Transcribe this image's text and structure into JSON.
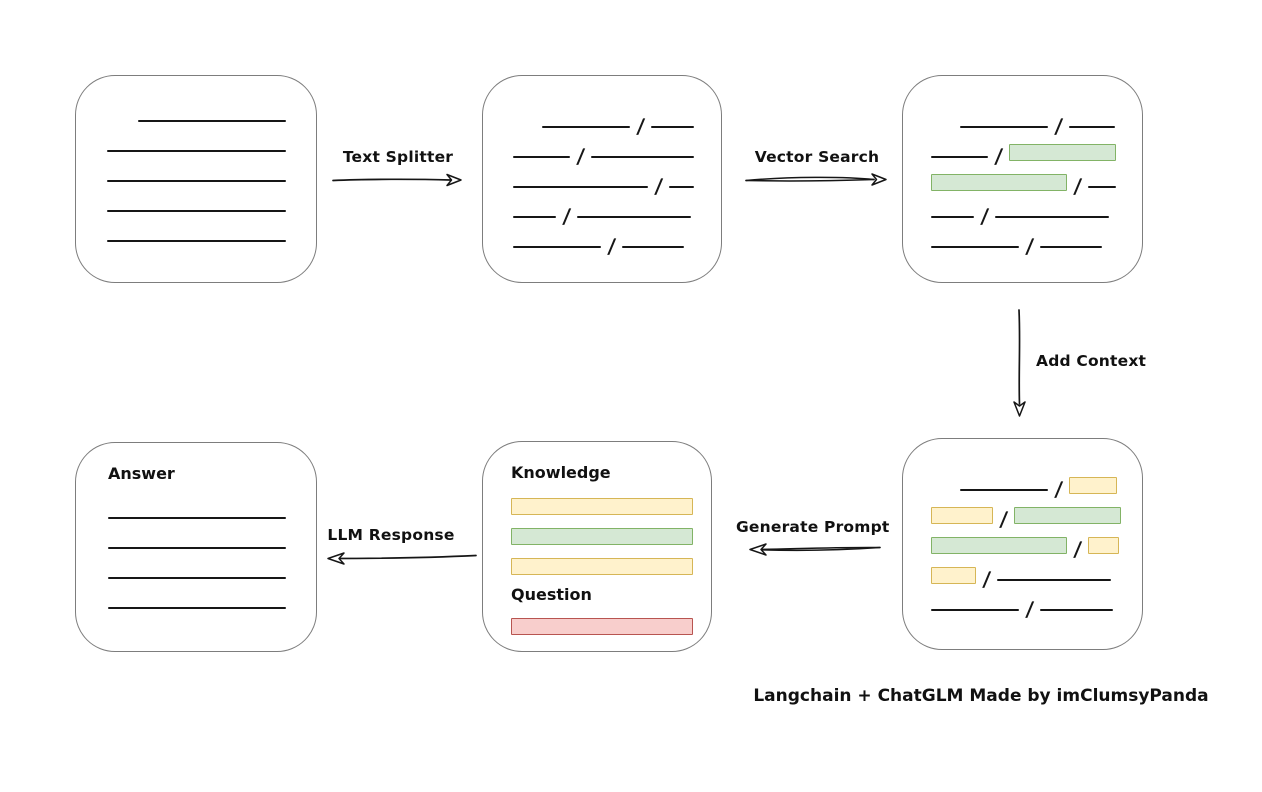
{
  "caption": "Langchain + ChatGLM Made by imClumsyPanda",
  "labels": {
    "text_splitter": "Text Splitter",
    "vector_search": "Vector Search",
    "add_context": "Add Context",
    "generate_prompt": "Generate Prompt",
    "llm_response": "LLM Response"
  },
  "prompt_box": {
    "knowledge_label": "Knowledge",
    "question_label": "Question"
  },
  "answer_box": {
    "title": "Answer"
  },
  "glyphs": {
    "slash": "/"
  },
  "colors": {
    "background": "#ffffff",
    "box_border": "#7d7d7d",
    "line": "#161616",
    "text": "#111111",
    "green_fill": "#d5e8d4",
    "green_border": "#82b366",
    "yellow_fill": "#fff2cc",
    "yellow_border": "#d6b656",
    "red_fill": "#f8cecc",
    "red_border": "#b85450"
  },
  "rows": {
    "document": [
      {
        "indent": 31,
        "segs": [
          {
            "t": "line",
            "w": 148
          }
        ]
      },
      {
        "segs": [
          {
            "t": "line",
            "w": 179
          }
        ]
      },
      {
        "segs": [
          {
            "t": "line",
            "w": 179
          }
        ]
      },
      {
        "segs": [
          {
            "t": "line",
            "w": 179
          }
        ]
      },
      {
        "segs": [
          {
            "t": "line",
            "w": 179
          }
        ]
      }
    ],
    "split": [
      {
        "indent": 29,
        "segs": [
          {
            "t": "line",
            "w": 88
          },
          {
            "t": "slash"
          },
          {
            "t": "line",
            "w": 43
          }
        ]
      },
      {
        "segs": [
          {
            "t": "line",
            "w": 57
          },
          {
            "t": "slash"
          },
          {
            "t": "line",
            "w": 103
          }
        ]
      },
      {
        "segs": [
          {
            "t": "line",
            "w": 135
          },
          {
            "t": "slash"
          },
          {
            "t": "line",
            "w": 25
          }
        ]
      },
      {
        "segs": [
          {
            "t": "line",
            "w": 43
          },
          {
            "t": "slash"
          },
          {
            "t": "line",
            "w": 114
          }
        ]
      },
      {
        "segs": [
          {
            "t": "line",
            "w": 88
          },
          {
            "t": "slash"
          },
          {
            "t": "line",
            "w": 62
          }
        ]
      }
    ],
    "search": [
      {
        "indent": 29,
        "segs": [
          {
            "t": "line",
            "w": 88
          },
          {
            "t": "slash"
          },
          {
            "t": "line",
            "w": 46
          }
        ]
      },
      {
        "segs": [
          {
            "t": "line",
            "w": 57
          },
          {
            "t": "slash"
          },
          {
            "t": "green",
            "w": 107
          }
        ]
      },
      {
        "segs": [
          {
            "t": "green",
            "w": 136
          },
          {
            "t": "slash"
          },
          {
            "t": "line",
            "w": 28
          }
        ]
      },
      {
        "segs": [
          {
            "t": "line",
            "w": 43
          },
          {
            "t": "slash"
          },
          {
            "t": "line",
            "w": 114
          }
        ]
      },
      {
        "segs": [
          {
            "t": "line",
            "w": 88
          },
          {
            "t": "slash"
          },
          {
            "t": "line",
            "w": 62
          }
        ]
      }
    ],
    "context": [
      {
        "indent": 29,
        "segs": [
          {
            "t": "line",
            "w": 88
          },
          {
            "t": "slash"
          },
          {
            "t": "yellow",
            "w": 48
          }
        ]
      },
      {
        "segs": [
          {
            "t": "yellow",
            "w": 62
          },
          {
            "t": "slash"
          },
          {
            "t": "green",
            "w": 107
          }
        ]
      },
      {
        "segs": [
          {
            "t": "green",
            "w": 136
          },
          {
            "t": "slash"
          },
          {
            "t": "yellow",
            "w": 31
          }
        ]
      },
      {
        "segs": [
          {
            "t": "yellow",
            "w": 45
          },
          {
            "t": "slash"
          },
          {
            "t": "line",
            "w": 114
          }
        ]
      },
      {
        "segs": [
          {
            "t": "line",
            "w": 88
          },
          {
            "t": "slash"
          },
          {
            "t": "line",
            "w": 73
          }
        ]
      }
    ],
    "prompt_knowledge": [
      {
        "segs": [
          {
            "t": "yellow",
            "w": 182
          }
        ]
      },
      {
        "segs": [
          {
            "t": "green",
            "w": 182
          }
        ]
      },
      {
        "segs": [
          {
            "t": "yellow",
            "w": 182
          }
        ]
      }
    ],
    "prompt_question": [
      {
        "segs": [
          {
            "t": "red",
            "w": 182
          }
        ]
      }
    ],
    "answer": [
      {
        "segs": [
          {
            "t": "line",
            "w": 178
          }
        ]
      },
      {
        "segs": [
          {
            "t": "line",
            "w": 178
          }
        ]
      },
      {
        "segs": [
          {
            "t": "line",
            "w": 178
          }
        ]
      },
      {
        "segs": [
          {
            "t": "line",
            "w": 178
          }
        ]
      }
    ]
  }
}
